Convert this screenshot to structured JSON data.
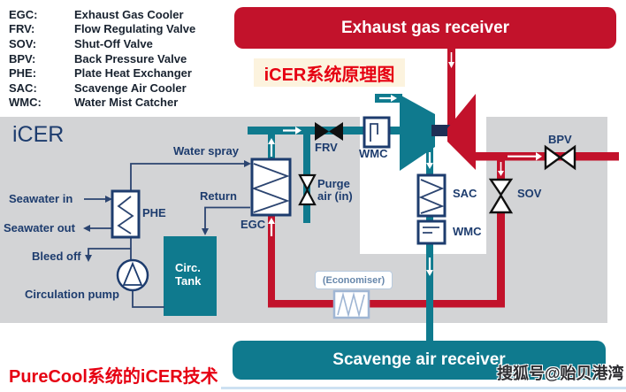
{
  "legend": {
    "items": [
      {
        "abbr": "EGC:",
        "name": "Exhaust Gas Cooler"
      },
      {
        "abbr": "FRV:",
        "name": "Flow Regulating Valve"
      },
      {
        "abbr": "SOV:",
        "name": "Shut-Off Valve"
      },
      {
        "abbr": "BPV:",
        "name": "Back Pressure Valve"
      },
      {
        "abbr": "PHE:",
        "name": "Plate Heat Exchanger"
      },
      {
        "abbr": "SAC:",
        "name": "Scavenge Air Cooler"
      },
      {
        "abbr": "WMC:",
        "name": "Water Mist Catcher"
      }
    ]
  },
  "banners": {
    "exhaust": "Exhaust gas receiver",
    "scavenge": "Scavenge air receiver"
  },
  "annotations": {
    "title_zh": "iCER系统原理图",
    "caption_zh": "PureCool系统的iCER技术",
    "watermark": "搜狐号@贻贝港湾"
  },
  "diagram": {
    "system_label": "iCER",
    "labels": {
      "water_spray": "Water spray",
      "seawater_in": "Seawater in",
      "seawater_out": "Seawater out",
      "bleed_off": "Bleed off",
      "circulation_pump": "Circulation pump",
      "return_line": "Return",
      "phe": "PHE",
      "egc": "EGC",
      "frv": "FRV",
      "wmc_top": "WMC",
      "purge_line1": "Purge",
      "purge_line2": "air (in)",
      "sac": "SAC",
      "wmc_bottom": "WMC",
      "sov": "SOV",
      "bpv": "BPV",
      "economiser": "(Economiser)",
      "tank_line1": "Circ.",
      "tank_line2": "Tank"
    }
  },
  "colors": {
    "pipe_red": "#c2122b",
    "pipe_teal": "#0f7a8e",
    "component_navy": "#1d3c6e",
    "diagram_gray": "#d3d4d6",
    "highlight_cream": "#fcf3de",
    "annotation_red": "#e60012",
    "economiser_blue": "#9fb6d4"
  }
}
